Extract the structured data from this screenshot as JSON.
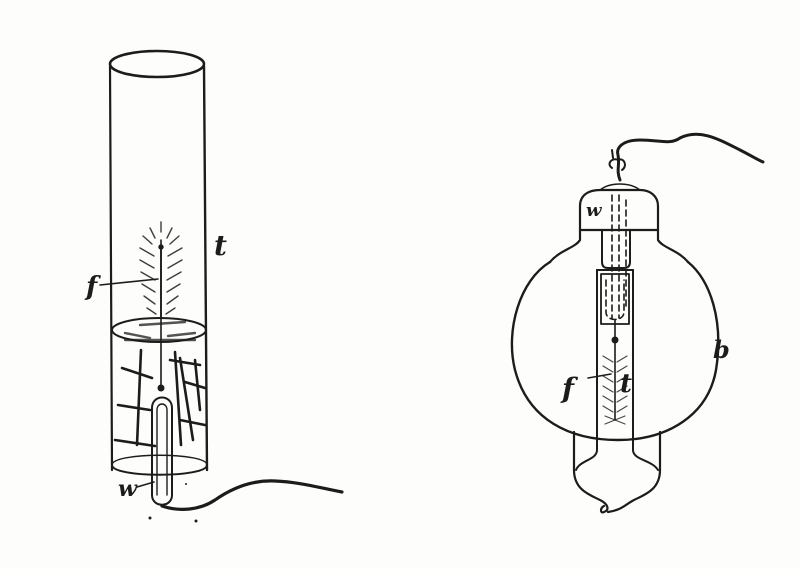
{
  "figure": {
    "background": "#fdfdfb",
    "ink": "#1c1c1c",
    "left_apparatus": {
      "name": "glass tube with liquid",
      "labels": {
        "filament": "f",
        "tube": "t",
        "wire": "w"
      }
    },
    "right_apparatus": {
      "name": "bulb",
      "labels": {
        "wire": "w",
        "filament": "f",
        "tube": "t",
        "bulb": "b"
      }
    }
  }
}
